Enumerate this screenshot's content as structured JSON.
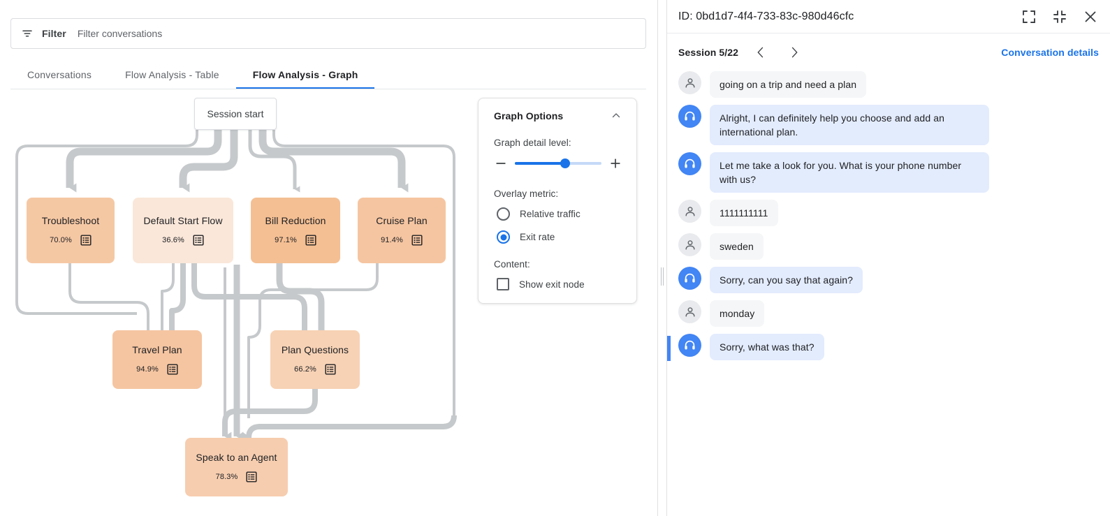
{
  "filter": {
    "icon": "filter-list-icon",
    "label": "Filter",
    "placeholder": "Filter conversations",
    "value": ""
  },
  "tabs": [
    {
      "label": "Conversations",
      "active": false
    },
    {
      "label": "Flow Analysis - Table",
      "active": false
    },
    {
      "label": "Flow Analysis - Graph",
      "active": true
    }
  ],
  "graph": {
    "session_start_label": "Session start",
    "nodes": [
      {
        "id": "troubleshoot",
        "label": "Troubleshoot",
        "pct": "70.0%",
        "color": "#f5c8a4"
      },
      {
        "id": "default-start",
        "label": "Default Start Flow",
        "pct": "36.6%",
        "color": "#fae7d9"
      },
      {
        "id": "bill-reduction",
        "label": "Bill Reduction",
        "pct": "97.1%",
        "color": "#f4bf93"
      },
      {
        "id": "cruise-plan",
        "label": "Cruise Plan",
        "pct": "91.4%",
        "color": "#f5c5a1"
      },
      {
        "id": "travel-plan",
        "label": "Travel Plan",
        "pct": "94.9%",
        "color": "#f5c5a1"
      },
      {
        "id": "plan-questions",
        "label": "Plan Questions",
        "pct": "66.2%",
        "color": "#f7d2b5"
      },
      {
        "id": "speak-agent",
        "label": "Speak to an Agent",
        "pct": "78.3%",
        "color": "#f6cdaf"
      }
    ]
  },
  "graph_options": {
    "title": "Graph Options",
    "collapse_icon": "chevron-up-icon",
    "detail_level_label": "Graph detail level:",
    "slider": {
      "value": 58,
      "min": 0,
      "max": 100,
      "minus_icon": "minus-icon",
      "plus_icon": "plus-icon"
    },
    "overlay_metric_label": "Overlay metric:",
    "overlay_options": [
      {
        "label": "Relative traffic",
        "checked": false
      },
      {
        "label": "Exit rate",
        "checked": true
      }
    ],
    "content_label": "Content:",
    "content_options": [
      {
        "label": "Show exit node",
        "checked": false
      }
    ],
    "accent_color": "#1a73e8"
  },
  "right_panel": {
    "id_text": "ID: 0bd1d7-4f4-733-83c-980d46cfc",
    "header_icons": [
      {
        "name": "expand-icon"
      },
      {
        "name": "collapse-icon"
      },
      {
        "name": "close-icon"
      }
    ],
    "session_label": "Session 5/22",
    "prev_icon": "chevron-left-icon",
    "next_icon": "chevron-right-icon",
    "details_link": "Conversation details",
    "messages": [
      {
        "role": "user",
        "text": "going on a trip and need a plan",
        "marked": false
      },
      {
        "role": "agent",
        "text": "Alright, I can definitely help you choose and add an international plan.",
        "marked": false
      },
      {
        "role": "agent",
        "text": "Let me take a look for you. What is your phone number with us?",
        "marked": false
      },
      {
        "role": "user",
        "text": "1111111111",
        "marked": false
      },
      {
        "role": "user",
        "text": "sweden",
        "marked": false
      },
      {
        "role": "agent",
        "text": "Sorry, can you say that again?",
        "marked": false
      },
      {
        "role": "user",
        "text": "monday",
        "marked": false
      },
      {
        "role": "agent",
        "text": "Sorry, what was that?",
        "marked": true
      }
    ]
  },
  "splitter": {
    "handle_icon": "drag-handle-icon"
  }
}
